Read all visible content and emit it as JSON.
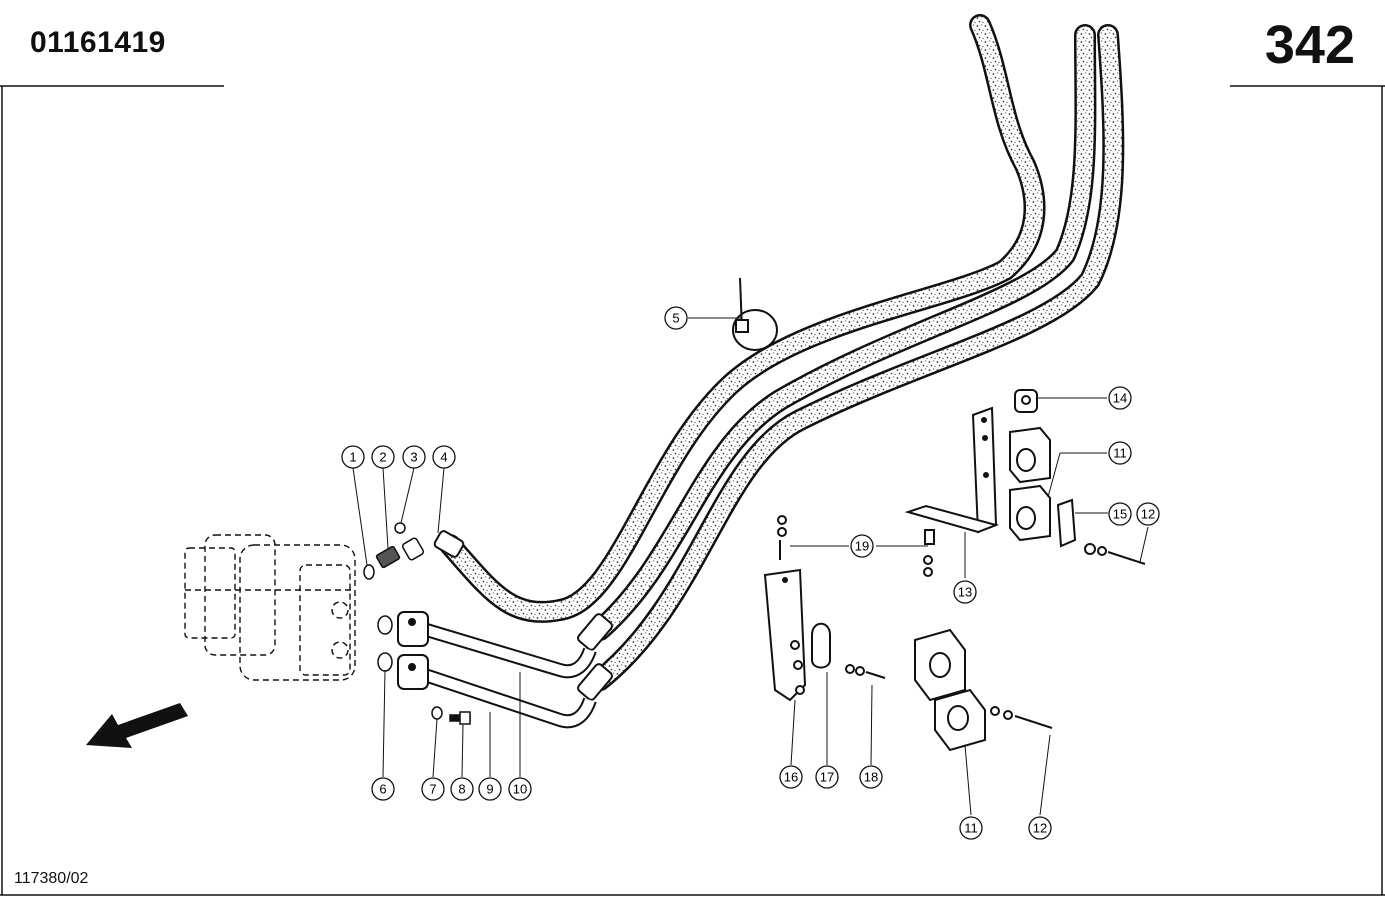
{
  "header": {
    "document_number": "01161419",
    "page_number": "342"
  },
  "footer": {
    "drawing_reference": "117380/02"
  },
  "callouts": [
    {
      "id": "c1",
      "label": "1"
    },
    {
      "id": "c2",
      "label": "2"
    },
    {
      "id": "c3",
      "label": "3"
    },
    {
      "id": "c4",
      "label": "4"
    },
    {
      "id": "c5",
      "label": "5"
    },
    {
      "id": "c6",
      "label": "6"
    },
    {
      "id": "c7",
      "label": "7"
    },
    {
      "id": "c8",
      "label": "8"
    },
    {
      "id": "c9",
      "label": "9"
    },
    {
      "id": "c10",
      "label": "10"
    },
    {
      "id": "c11a",
      "label": "11"
    },
    {
      "id": "c11b",
      "label": "11"
    },
    {
      "id": "c12a",
      "label": "12"
    },
    {
      "id": "c12b",
      "label": "12"
    },
    {
      "id": "c13",
      "label": "13"
    },
    {
      "id": "c14",
      "label": "14"
    },
    {
      "id": "c15",
      "label": "15"
    },
    {
      "id": "c16",
      "label": "16"
    },
    {
      "id": "c17",
      "label": "17"
    },
    {
      "id": "c18",
      "label": "18"
    },
    {
      "id": "c19",
      "label": "19"
    }
  ],
  "colors": {
    "ink": "#111111",
    "paper": "#ffffff"
  }
}
